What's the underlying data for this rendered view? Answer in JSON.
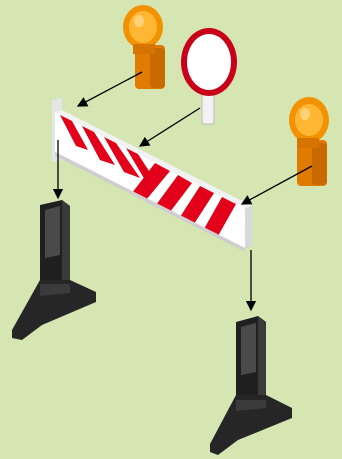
{
  "diagram": {
    "background": "#d6e6b3",
    "parts": [
      {
        "name": "warning-lamp-left",
        "kind": "amber warning lamp"
      },
      {
        "name": "no-entry-sign",
        "kind": "round red-bordered sign on white post"
      },
      {
        "name": "warning-lamp-right",
        "kind": "amber warning lamp"
      },
      {
        "name": "barrier-board",
        "kind": "red and white chevron striped board"
      },
      {
        "name": "stand-left",
        "kind": "black barrier foot"
      },
      {
        "name": "stand-right",
        "kind": "black barrier foot"
      }
    ],
    "arrows": [
      {
        "name": "arrow-lamp-left-to-board"
      },
      {
        "name": "arrow-sign-to-board"
      },
      {
        "name": "arrow-lamp-right-to-board"
      },
      {
        "name": "arrow-board-to-stand-left"
      },
      {
        "name": "arrow-board-to-stand-right"
      }
    ],
    "colors": {
      "lamp_amber": "#f39200",
      "lamp_amber_light": "#ffb733",
      "stripe_red": "#e2001a",
      "board_white": "#ffffff",
      "stand_black": "#2a2a2a",
      "arrow": "#000000"
    }
  }
}
